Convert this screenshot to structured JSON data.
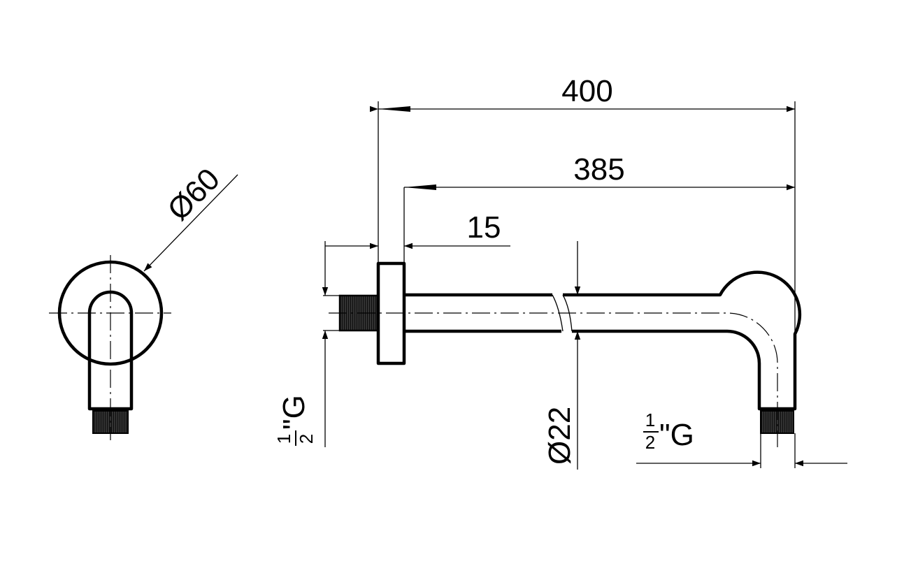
{
  "drawing": {
    "title": "Shower arm technical drawing",
    "units": "mm",
    "dimensions": {
      "overall_length": "400",
      "arm_length": "385",
      "flange_thickness": "15",
      "flange_diameter": "Ø60",
      "pipe_diameter": "Ø22"
    },
    "thread_inlet": {
      "numerator": "1",
      "denominator": "2",
      "suffix": "\"G"
    },
    "thread_outlet": {
      "numerator": "1",
      "denominator": "2",
      "suffix": "\"G"
    }
  }
}
